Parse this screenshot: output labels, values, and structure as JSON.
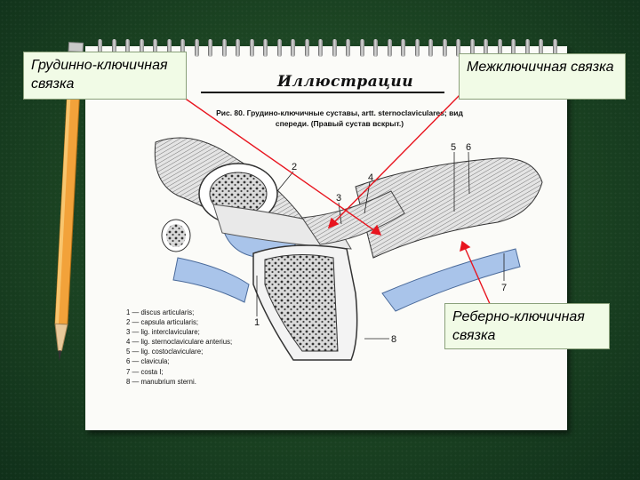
{
  "page": {
    "header_title": "Иллюстрации",
    "figure_caption": "Рис. 80. Грудино-ключичные суставы, artt. sternoclaviculares; вид спереди. (Правый сустав вскрыт.)"
  },
  "callouts": {
    "sternoclavicular": "Грудинно-ключичная связка",
    "interclavicular": "Межключичная связка",
    "costoclavicular": "Реберно-ключичная связка"
  },
  "numbers": [
    "1",
    "2",
    "3",
    "4",
    "5",
    "6",
    "7",
    "8"
  ],
  "legend": [
    "1 — discus articularis;",
    "2 — capsula articularis;",
    "3 — lig. interclaviculare;",
    "4 — lig. sternoclaviculare anterius;",
    "5 — lig. costoclaviculare;",
    "6 — clavicula;",
    "7 — costa I;",
    "8 — manubrium sterni."
  ],
  "colors": {
    "callout_bg": "#f1fbe6",
    "arrow": "#e8141e",
    "background": "#1b4322",
    "cartilage": "#a9c4ea"
  }
}
